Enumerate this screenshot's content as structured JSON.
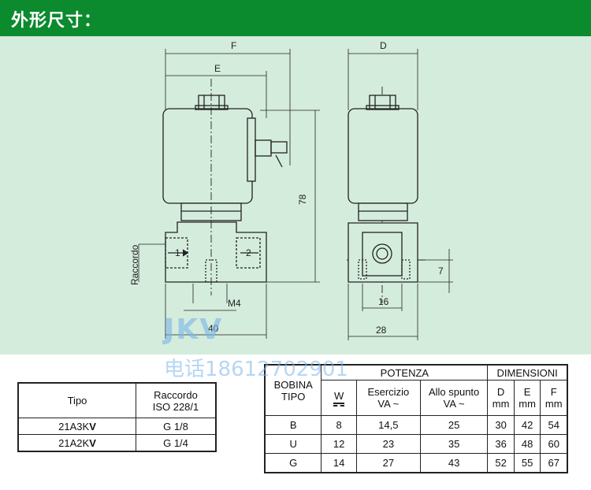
{
  "header": {
    "title": "外形尺寸："
  },
  "drawing": {
    "dimension_labels": {
      "F": "F",
      "E": "E",
      "D": "D",
      "height": "78",
      "raccordo": "Raccordo",
      "port1": "1",
      "port2": "2",
      "m4": "M4",
      "w40": "40",
      "w16": "16",
      "w28": "28",
      "d7": "7"
    }
  },
  "watermark": {
    "logo": "JKV",
    "phone": "电话18612702901"
  },
  "table_tipo": {
    "headers": {
      "tipo": "Tipo",
      "raccordo_line1": "Raccordo",
      "raccordo_line2": "ISO 228/1"
    },
    "rows": [
      {
        "tipo_prefix": "21A3K",
        "tipo_suffix": "V",
        "raccordo": "G 1/8"
      },
      {
        "tipo_prefix": "21A2K",
        "tipo_suffix": "V",
        "raccordo": "G 1/4"
      }
    ]
  },
  "table_bobina": {
    "headers": {
      "bobina_line1": "BOBINA",
      "bobina_line2": "TIPO",
      "potenza": "POTENZA",
      "dimensioni": "DIMENSIONI",
      "w": "W",
      "esercizio_line1": "Esercizio",
      "esercizio_line2": "VA ~",
      "spunto_line1": "Allo spunto",
      "spunto_line2": "VA ~",
      "d": "D",
      "e": "E",
      "f": "F",
      "unit": "mm"
    },
    "rows": [
      {
        "tipo": "B",
        "w": "8",
        "esercizio": "14,5",
        "spunto": "25",
        "d": "30",
        "e": "42",
        "f": "54"
      },
      {
        "tipo": "U",
        "w": "12",
        "esercizio": "23",
        "spunto": "35",
        "d": "36",
        "e": "48",
        "f": "60"
      },
      {
        "tipo": "G",
        "w": "14",
        "esercizio": "27",
        "spunto": "43",
        "d": "52",
        "e": "55",
        "f": "67"
      }
    ]
  }
}
